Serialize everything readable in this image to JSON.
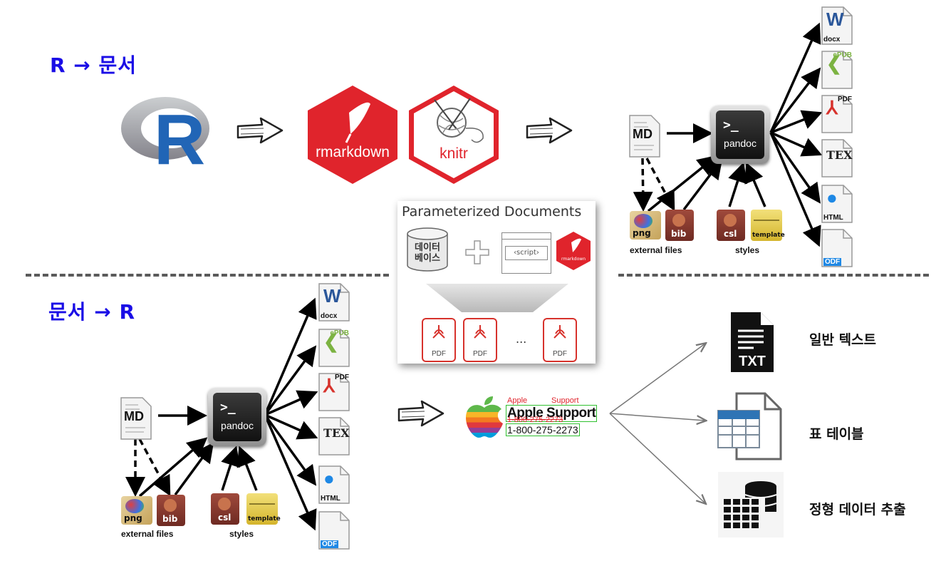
{
  "sections": {
    "top_title": "R → 문서",
    "bottom_title": "문서 → R"
  },
  "logos": {
    "r": "R",
    "rmarkdown": "rmarkdown",
    "knitr": "knitr"
  },
  "pandoc": {
    "prompt": ">_",
    "name": "pandoc",
    "md_label": "MD",
    "external_files": "external files",
    "styles": "styles",
    "png": "png",
    "bib": "bib",
    "csl": "csl",
    "template": "template",
    "outputs": [
      "docx",
      "ePUB",
      "PDF",
      "TEX",
      "HTML",
      "ODF"
    ]
  },
  "parameterized": {
    "title": "Parameterized Documents",
    "database_line1": "데이터",
    "database_line2": "베이스",
    "script": "‹script›",
    "rmd": "rmarkdown",
    "pdf_label": "PDF",
    "ellipsis": "..."
  },
  "apple": {
    "small_left": "Apple",
    "small_right": "Support",
    "big_text": "Apple Support",
    "phone_strike": "1-800-275-2273",
    "phone": "1-800-275-2273"
  },
  "outputs": {
    "txt_icon": "TXT",
    "plain_text": "일반 텍스트",
    "table": "표 테이블",
    "structured": "정형 데이터 추출"
  },
  "colors": {
    "title_blue": "#1a0de6",
    "rmarkdown_red": "#e0242c",
    "pdf_red": "#d7322c"
  }
}
